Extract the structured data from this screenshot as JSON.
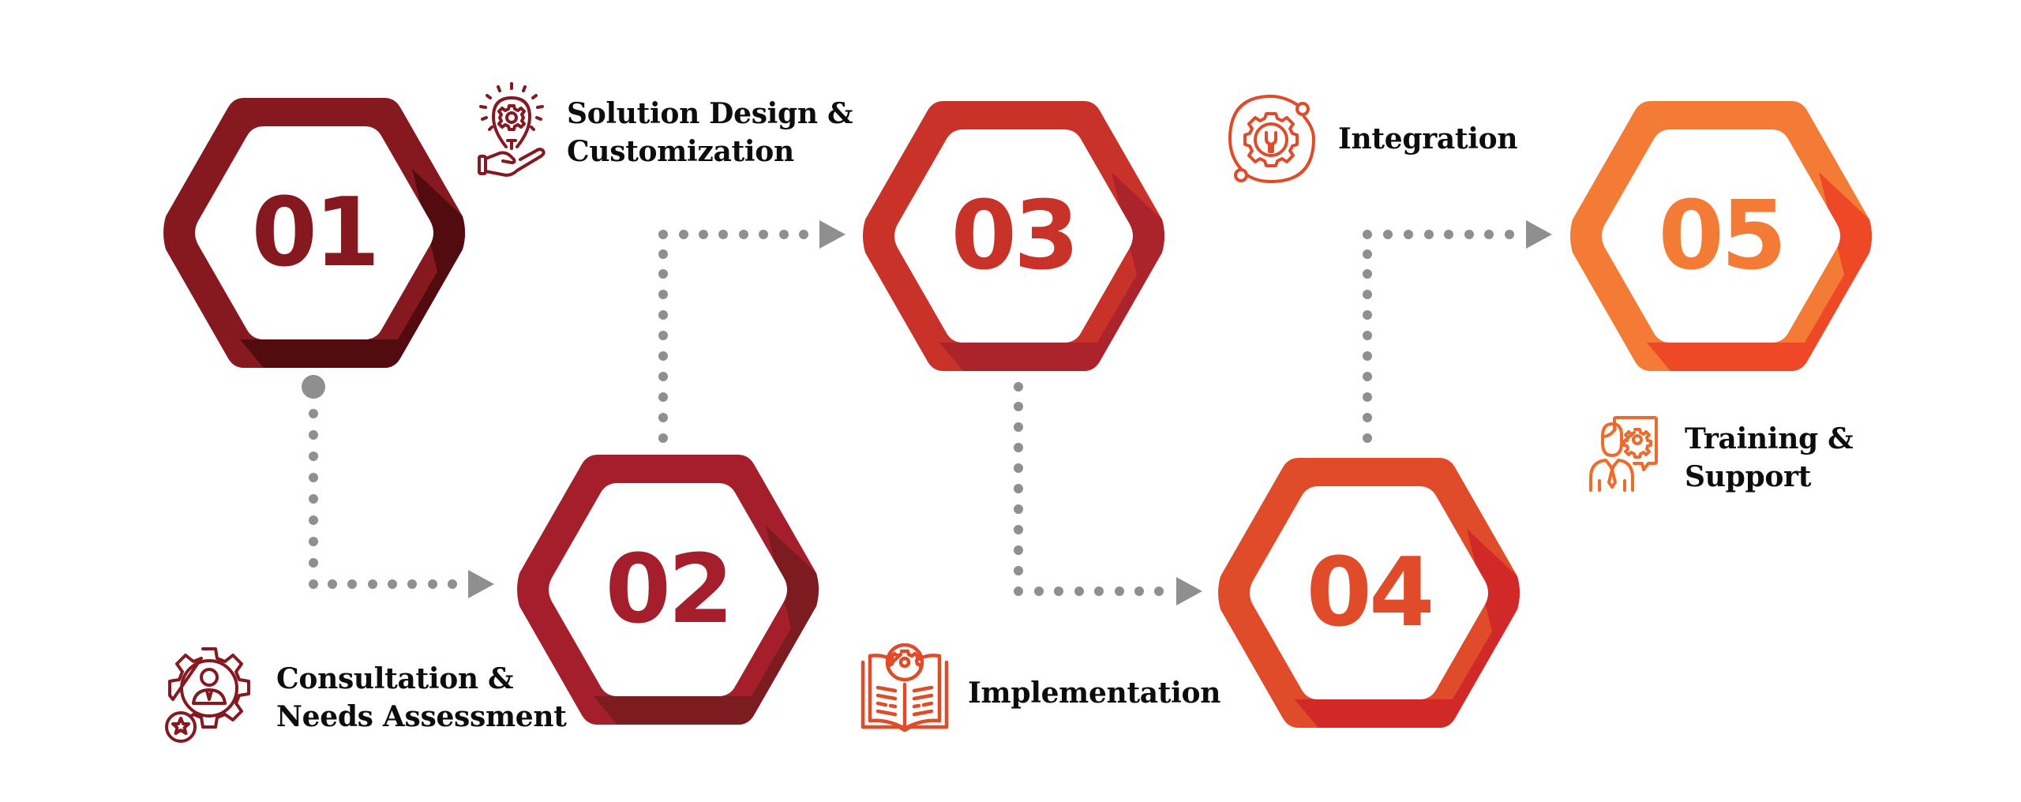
{
  "diagram": {
    "type": "process-flow",
    "connector_color": "#8f8f8f",
    "steps": [
      {
        "number": "01",
        "title_line1": "Consultation &",
        "title_line2": "Needs Assessment",
        "icon": "gear-person-star-icon",
        "color": "#861820",
        "shade": "#520c10"
      },
      {
        "number": "02",
        "title_line1": "Solution Design &",
        "title_line2": "Customization",
        "icon": "lightbulb-gear-hand-icon",
        "color": "#a41f2b",
        "shade": "#7c1b20"
      },
      {
        "number": "03",
        "title_line1": "Implementation",
        "title_line2": "",
        "icon": "book-gear-icon",
        "color": "#c83229",
        "shade": "#ab232b"
      },
      {
        "number": "04",
        "title_line1": "Integration",
        "title_line2": "",
        "icon": "wrench-gear-orbit-icon",
        "color": "#e04b2a",
        "shade": "#d12828"
      },
      {
        "number": "05",
        "title_line1": "Training &",
        "title_line2": "Support",
        "icon": "person-speech-gear-icon",
        "color": "#f47b35",
        "shade": "#ee4826"
      }
    ]
  }
}
